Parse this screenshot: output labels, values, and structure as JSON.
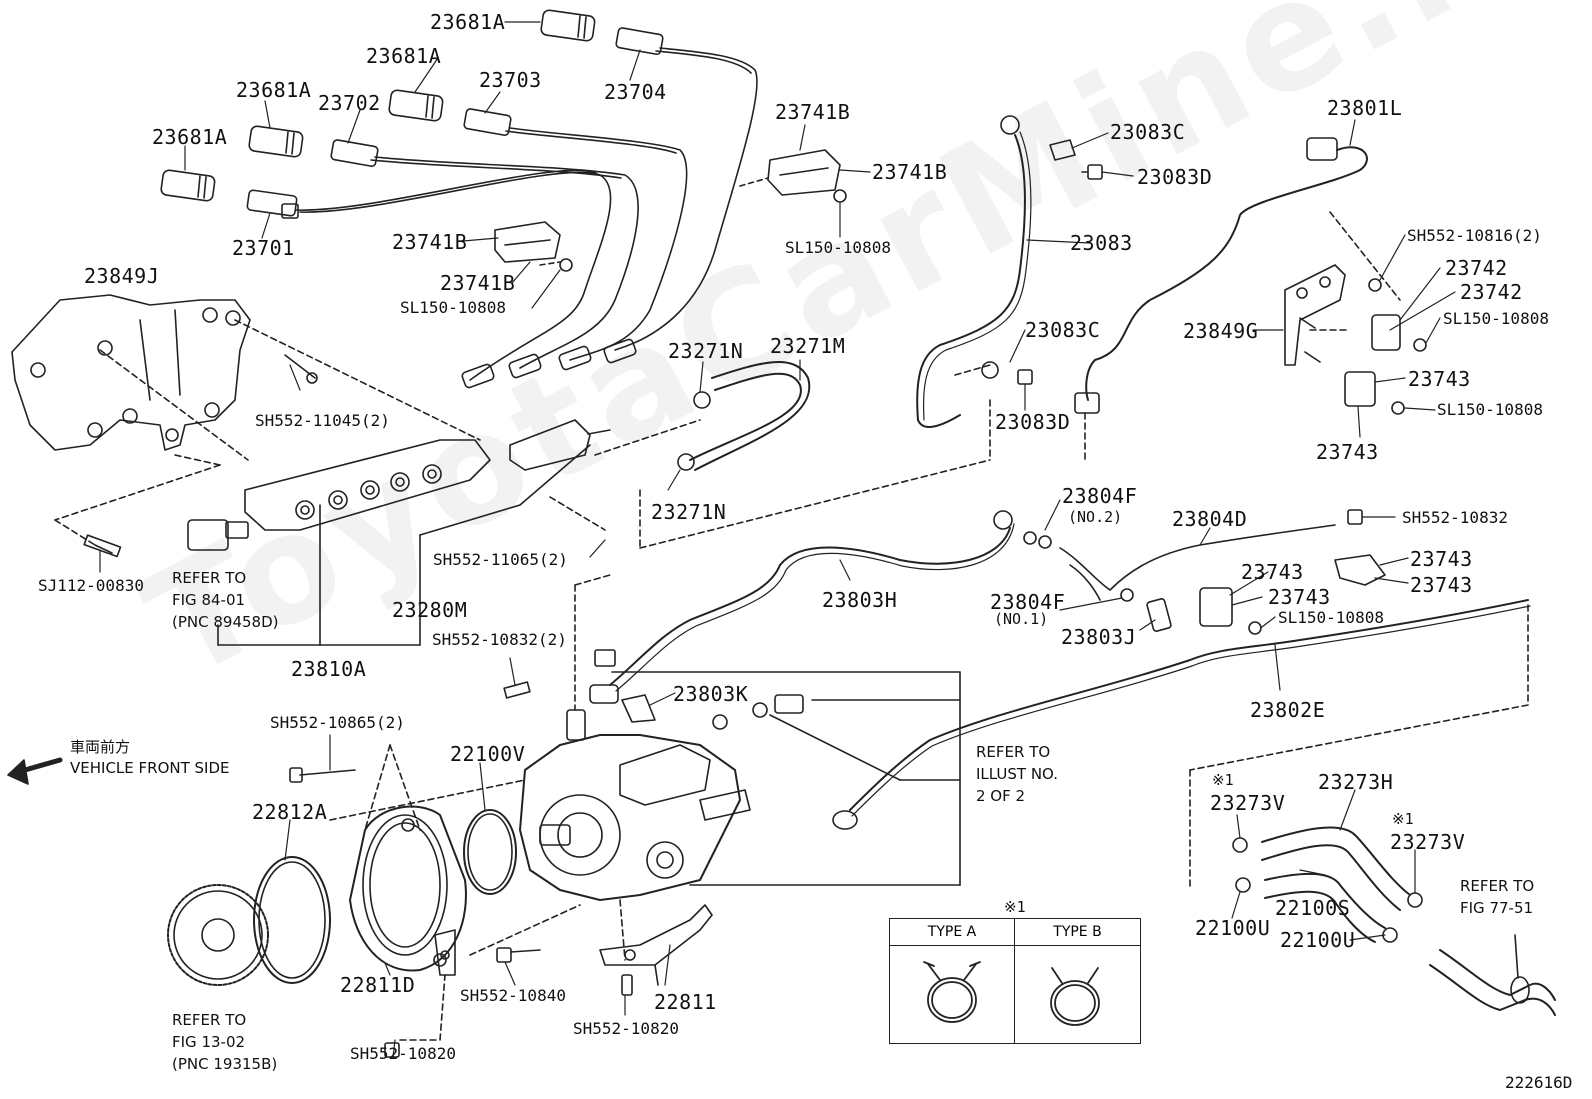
{
  "watermark": "ToyotaCarMine.ru",
  "diagram_id": "222616D",
  "labels": {
    "p23681A_1": "23681A",
    "p23681A_2": "23681A",
    "p23681A_3": "23681A",
    "p23681A_4": "23681A",
    "p23704": "23704",
    "p23703": "23703",
    "p23702": "23702",
    "p23701": "23701",
    "p23741B_1": "23741B",
    "p23741B_2": "23741B",
    "p23741B_3": "23741B",
    "p23741B_4": "23741B",
    "pSL150_1": "SL150-10808",
    "pSL150_2": "SL150-10808",
    "pSL150_3": "SL150-10808",
    "pSL150_4": "SL150-10808",
    "pSL150_5": "SL150-10808",
    "p23849J": "23849J",
    "pSH552_11045": "SH552-11045(2)",
    "pSH552_11065": "SH552-11065(2)",
    "pSJ112": "SJ112-00830",
    "p23280M": "23280M",
    "p23810A": "23810A",
    "p23271N_1": "23271N",
    "p23271N_2": "23271N",
    "p23271M": "23271M",
    "p23083C_1": "23083C",
    "p23083C_2": "23083C",
    "p23083D_1": "23083D",
    "p23083D_2": "23083D",
    "p23083": "23083",
    "p23801L": "23801L",
    "pSH552_10816": "SH552-10816(2)",
    "p23742_1": "23742",
    "p23742_2": "23742",
    "p23849G": "23849G",
    "p23743_1": "23743",
    "p23743_2": "23743",
    "p23743_3": "23743",
    "p23743_4": "23743",
    "p23743_5": "23743",
    "p23743_6": "23743",
    "p23804F_1": "23804F",
    "p23804F_1_sub": "(NO.2)",
    "p23804F_2": "23804F",
    "p23804F_2_sub": "(NO.1)",
    "p23804D": "23804D",
    "pSH552_10832_1": "SH552-10832",
    "pSH552_10832_2": "SH552-10832(2)",
    "p23803H": "23803H",
    "p23803J": "23803J",
    "p23803K": "23803K",
    "p23802E": "23802E",
    "pSH552_10865": "SH552-10865(2)",
    "p22100V": "22100V",
    "p22812A": "22812A",
    "p22811D": "22811D",
    "p22811": "22811",
    "pSH552_10840": "SH552-10840",
    "pSH552_10820_1": "SH552-10820",
    "pSH552_10820_2": "SH552-10820",
    "p23273H": "23273H",
    "p23273V_1": "23273V",
    "p23273V_2": "23273V",
    "p22100S": "22100S",
    "p22100U_1": "22100U",
    "p22100U_2": "22100U",
    "mark1_a": "※1",
    "mark1_b": "※1",
    "mark1_c": "※1"
  },
  "notes": {
    "refer_fig_84": "REFER TO\nFIG 84-01\n(PNC 89458D)",
    "refer_fig_13": "REFER TO\nFIG 13-02\n(PNC 19315B)",
    "refer_illust": "REFER TO\nILLUST NO.\n2 OF 2",
    "refer_fig_77": "REFER TO\nFIG 77-51",
    "vehicle_front_jp": "車両前方",
    "vehicle_front_en": "VEHICLE FRONT SIDE"
  },
  "type_box": {
    "title": "※1",
    "type_a": "TYPE A",
    "type_b": "TYPE B"
  }
}
